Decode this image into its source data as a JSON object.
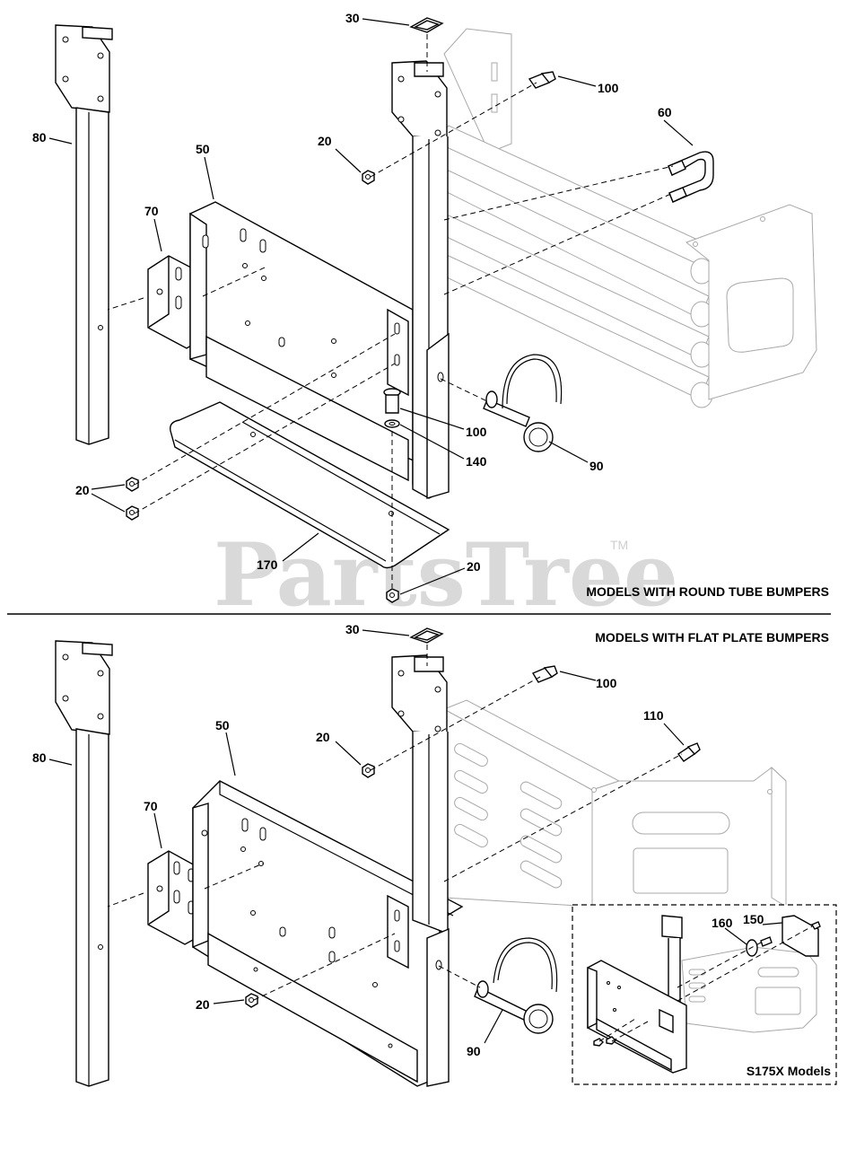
{
  "watermark": {
    "brand": "PartsTree",
    "trademark": "TM"
  },
  "sections": {
    "top": {
      "heading": "MODELS WITH ROUND TUBE BUMPERS"
    },
    "bottom": {
      "heading": "MODELS WITH FLAT PLATE BUMPERS"
    },
    "inset": {
      "caption": "S175X Models"
    }
  },
  "callouts": {
    "top": {
      "c30": "30",
      "c100a": "100",
      "c60": "60",
      "c80": "80",
      "c50": "50",
      "c20a": "20",
      "c70": "70",
      "c100b": "100",
      "c140": "140",
      "c90": "90",
      "c20b": "20",
      "c170": "170",
      "c20c": "20"
    },
    "bottom": {
      "c30": "30",
      "c100": "100",
      "c110": "110",
      "c80": "80",
      "c50": "50",
      "c20a": "20",
      "c70": "70",
      "c160": "160",
      "c150": "150",
      "c20b": "20",
      "c90": "90"
    }
  }
}
